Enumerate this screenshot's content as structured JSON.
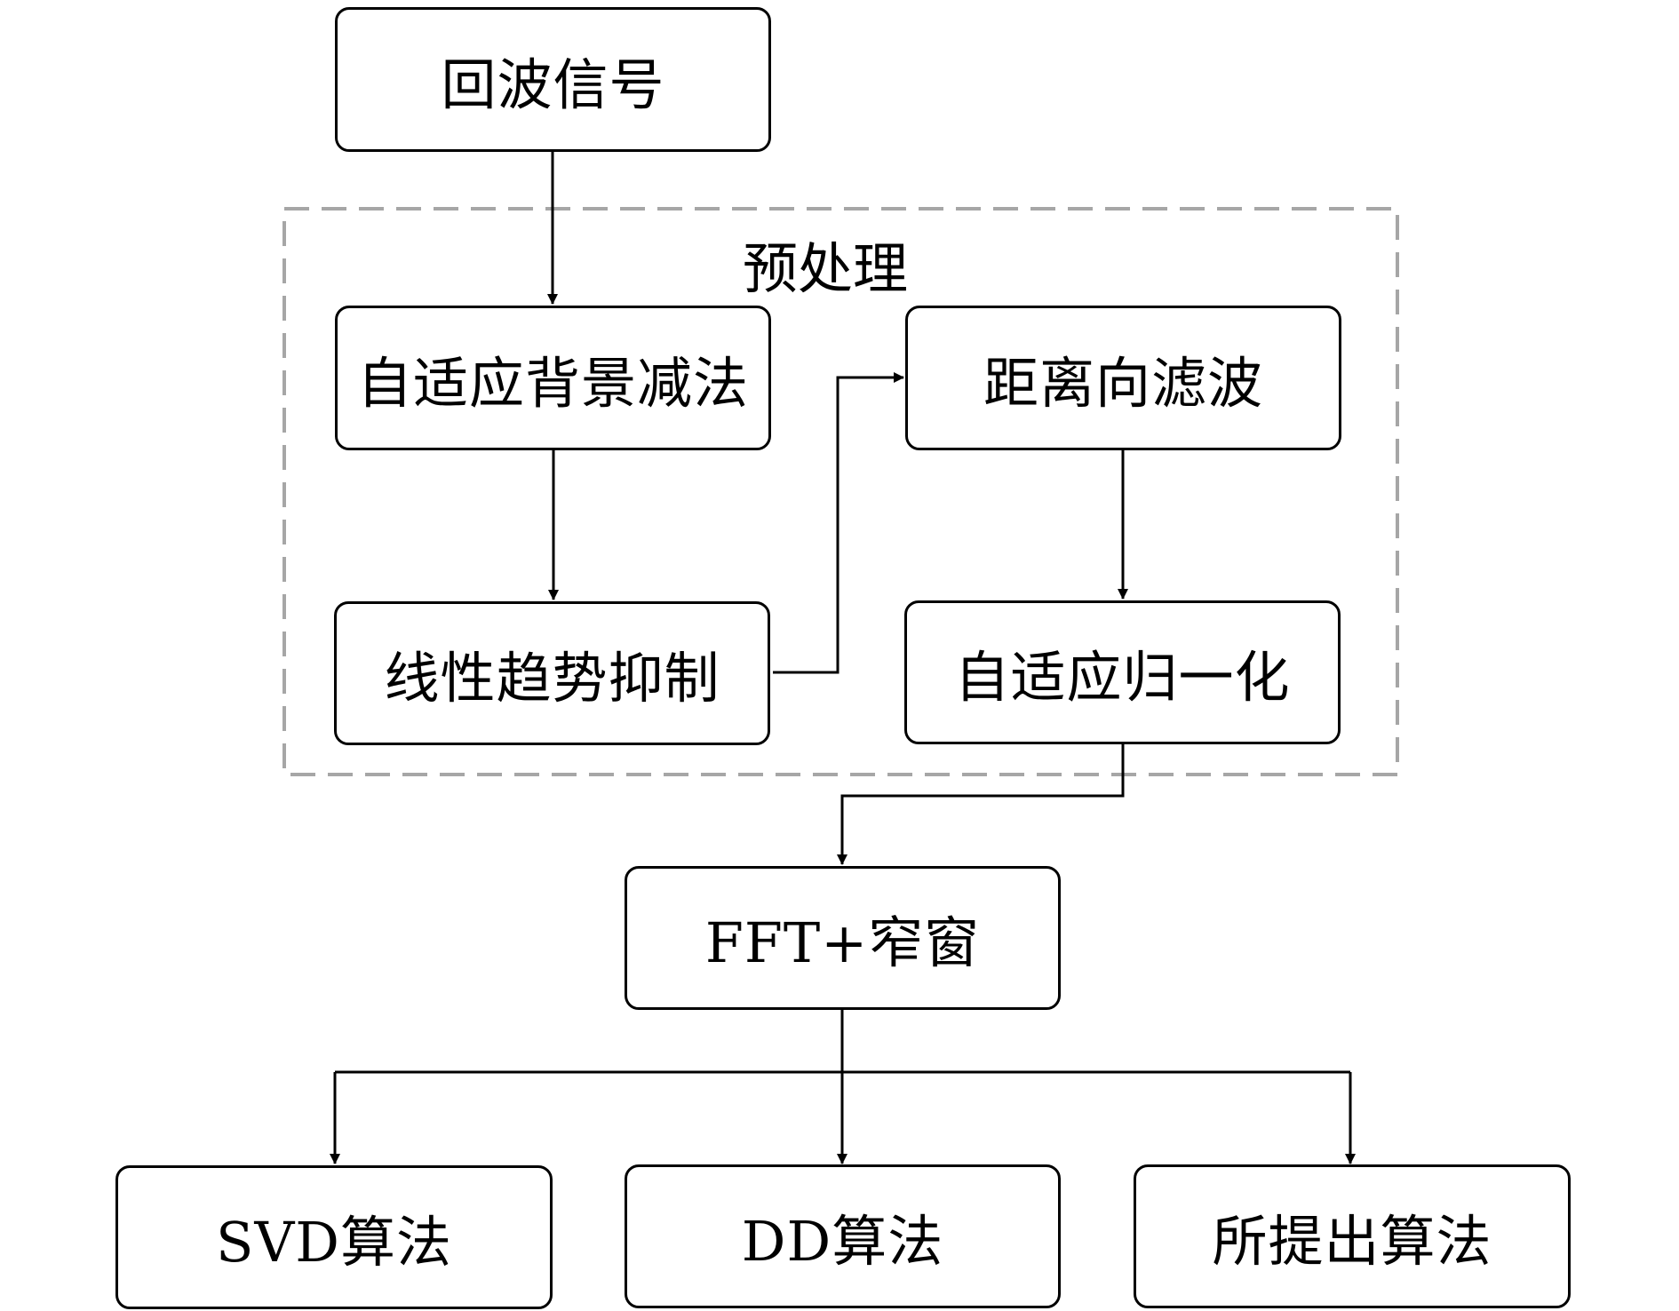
{
  "group": {
    "label": "预处理"
  },
  "nodes": {
    "echo_signal": "回波信号",
    "adaptive_bg_subtraction": "自适应背景减法",
    "linear_trend_suppression": "线性趋势抑制",
    "range_filtering": "距离向滤波",
    "adaptive_normalization": "自适应归一化",
    "fft_window": "FFT+窄窗",
    "svd_algorithm": "SVD算法",
    "dd_algorithm": "DD算法",
    "proposed_algorithm": "所提出算法"
  },
  "colors": {
    "stroke": "#000000",
    "group_border": "#a6a6a6",
    "background": "#ffffff"
  }
}
